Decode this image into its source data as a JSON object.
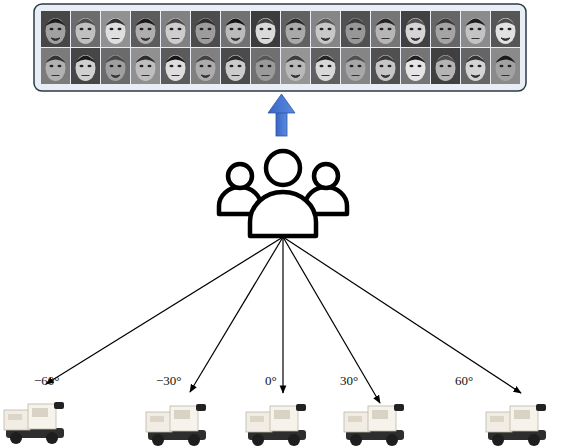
{
  "diagram": {
    "labels": [
      "−60°",
      "−30°",
      "0°",
      "30°",
      "60°"
    ]
  }
}
